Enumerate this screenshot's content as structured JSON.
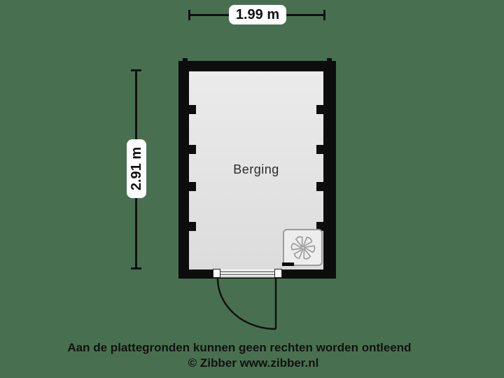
{
  "colors": {
    "bg": "#487050",
    "wall": "#0d0d0d",
    "floor-light": "#ebebeb",
    "floor-dark": "#dcdcdc",
    "fixture-fill": "#ededed",
    "fixture-stroke": "#9b9b9b",
    "ink": "#111111"
  },
  "dimensions": {
    "width_label": "1.99 m",
    "height_label": "2.91 m"
  },
  "plan": {
    "room_label": "Berging",
    "fixture_icon": "fan-icon",
    "door": "outward-swing-door"
  },
  "footer": {
    "disclaimer": "Aan de plattegronden kunnen geen rechten worden ontleend",
    "copyright": "© Zibber www.zibber.nl"
  }
}
